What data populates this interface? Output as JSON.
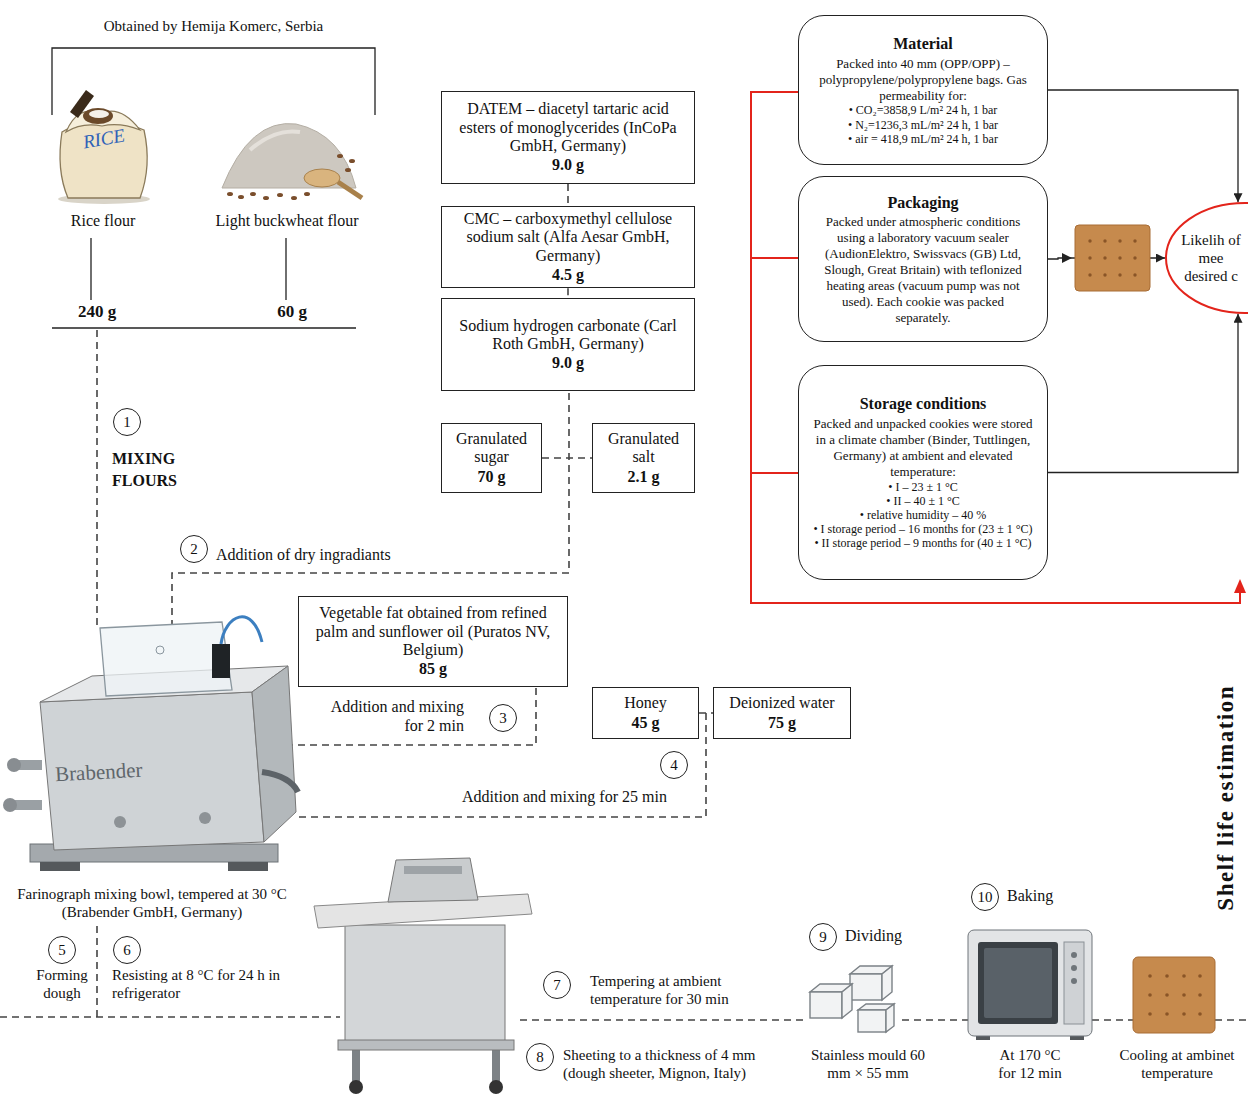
{
  "diagram": {
    "nodes": [
      {
        "text": [
          "DATEM – diacetyl tartaric acid esters of monoglycerides (InCoPa GmbH, Germany)",
          "9.0 g"
        ]
      },
      {
        "text": [
          "CMC – carboxymethyl cellulose sodium salt (Alfa Aesar GmbH, Germany)",
          "4.5 g"
        ]
      },
      {
        "text": [
          "Sodium hydrogen carbonate (Carl Roth GmbH, Germany)",
          "9.0 g"
        ]
      },
      {
        "text": [
          "Granulated sugar",
          "70 g"
        ]
      },
      {
        "text": [
          "Granulated salt",
          "2.1 g"
        ]
      },
      {
        "text": [
          "Vegetable fat obtained from refined palm and sunflower oil (Puratos NV, Belgium)",
          "85 g"
        ]
      },
      {
        "text": [
          "Honey",
          "45 g"
        ]
      },
      {
        "text": [
          "Deionized water",
          "75 g"
        ]
      },
      {
        "text": [
          "Material",
          "Packed into 40 mm (OPP/OPP) – polypropylene/polypropylene bags. Gas permeability for:",
          "• CO₂=3858,9 L/m² 24 h, 1 bar",
          "• N₂=1236,3 mL/m² 24 h, 1 bar",
          "• air = 418,9 mL/m² 24 h, 1 bar"
        ]
      },
      {
        "text": [
          "Packaging",
          "Packed under atmospheric conditions using a laboratory vacuum sealer (AudionElektro, Swissvacs (GB) Ltd, Slough, Great Britain) with teflonized heating areas (vacuum pump was not used). Each cookie was packed separately."
        ]
      },
      {
        "text": [
          "Storage conditions",
          "Packed and unpacked cookies were stored in a climate chamber (Binder, Tuttlingen, Germany) at ambient and elevated temperature:",
          "• I – 23 ± 1 °C",
          "• II – 40 ± 1 °C",
          "• relative humidity – 40 %",
          "• I storage period – 16 months for (23 ± 1 °C)",
          "• II storage period – 9 months for (40 ± 1 °C)"
        ]
      },
      {
        "text": [
          "Likelih of mee desired c"
        ]
      },
      {
        "text": [
          "1"
        ]
      },
      {
        "text": [
          "2"
        ]
      },
      {
        "text": [
          "3"
        ]
      },
      {
        "text": [
          "4"
        ]
      },
      {
        "text": [
          "5"
        ]
      },
      {
        "text": [
          "6"
        ]
      },
      {
        "text": [
          "7"
        ]
      },
      {
        "text": [
          "8"
        ]
      },
      {
        "text": [
          "9"
        ]
      },
      {
        "text": [
          "10"
        ]
      }
    ],
    "edges": [
      {
        "from": 0,
        "to": 1,
        "arrow": "none"
      },
      {
        "from": 1,
        "to": 2,
        "arrow": "none"
      },
      {
        "from": 3,
        "to": 4,
        "arrow": "none"
      },
      {
        "from": 6,
        "to": 7,
        "arrow": "none"
      },
      {
        "from": 8,
        "to": 11,
        "arrow": "to"
      },
      {
        "from": 9,
        "to": 11,
        "arrow": "to"
      },
      {
        "from": 10,
        "to": 11,
        "arrow": "to"
      }
    ],
    "labels": [
      "Obtained by Hemija Komerc, Serbia",
      "RICE",
      "Rice flour",
      "Light buckwheat flour",
      "240 g",
      "60 g",
      "MIXING FLOURS",
      "Addition of dry ingradiants",
      "Addition and mixing for 2 min",
      "Addition and mixing for 25 min",
      "Brabender",
      "Farinograph mixing bowl, tempered at 30 °C (Brabender GmbH, Germany)",
      "Forming dough",
      "Resisting at 8 °C for 24 h in refrigerator",
      "Tempering at ambient temperature for 30 min",
      "Sheeting to a thickness of 4 mm (dough sheeter, Mignon, Italy)",
      "Dividing",
      "Stainless mould 60 mm × 55 mm",
      "Baking",
      "At 170 °C for 12 min",
      "Cooling at ambinet temperature",
      "Shelf life estimation"
    ]
  }
}
